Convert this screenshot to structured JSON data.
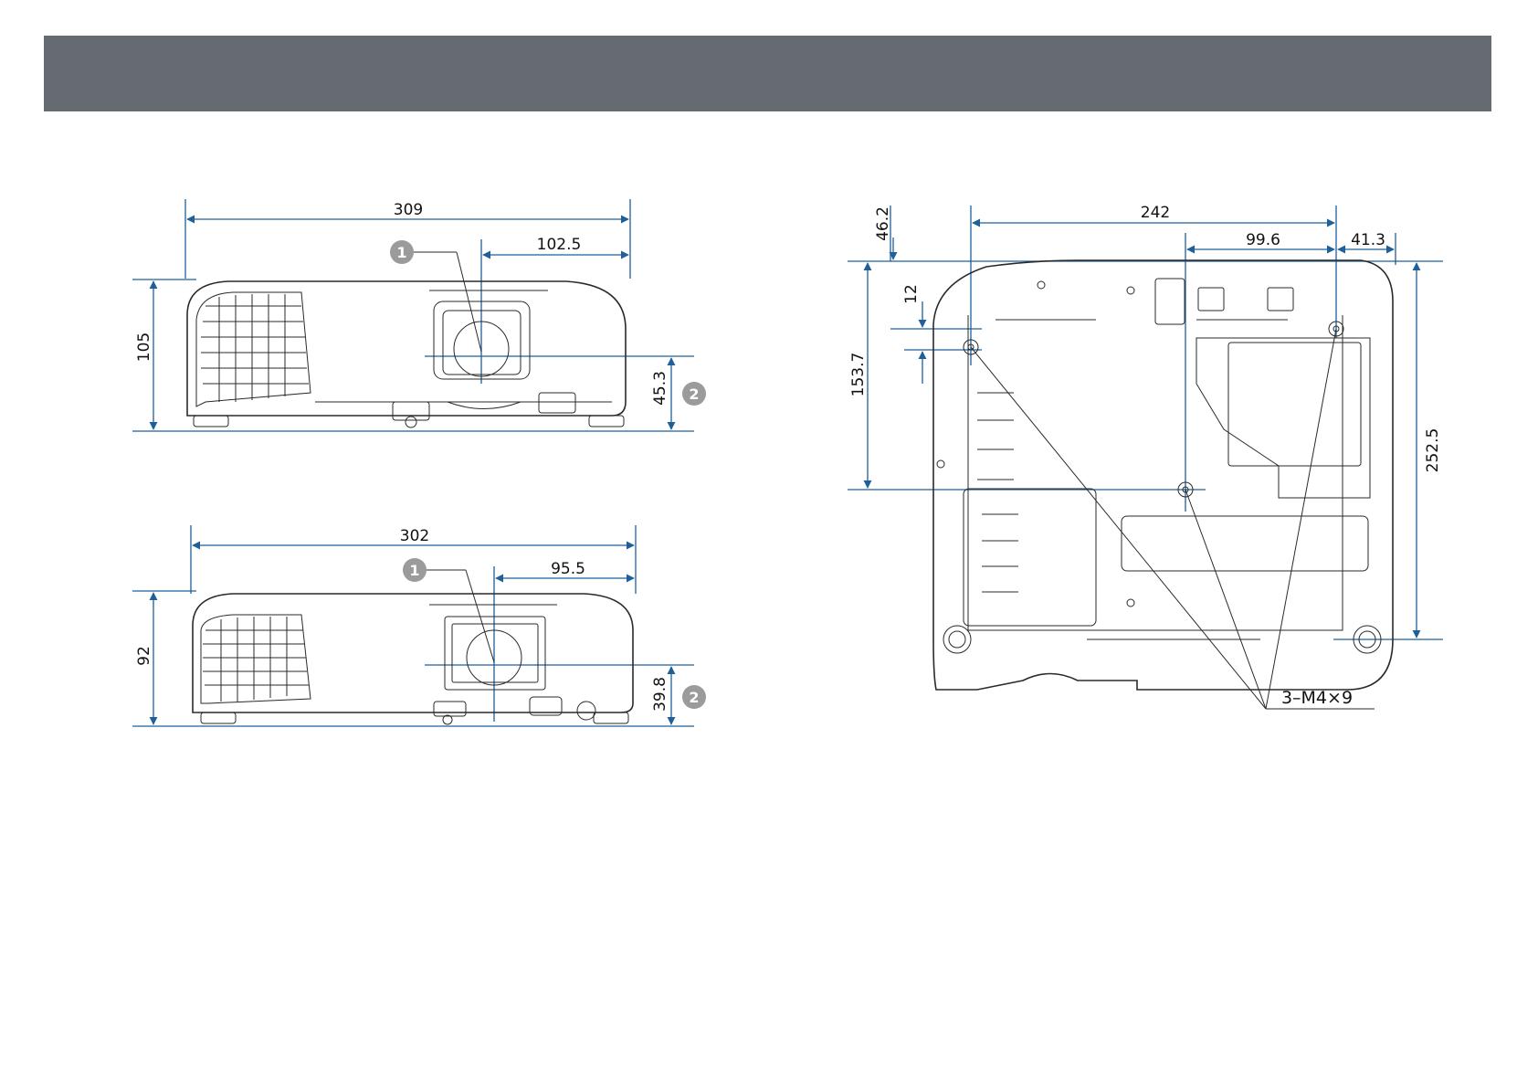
{
  "header": {
    "color": "#666a71"
  },
  "colors": {
    "dimension_line": "#1f5f9a",
    "callout": "#9b9b9b",
    "outline": "#2a2a2a"
  },
  "front_view_1": {
    "overall_width": "309",
    "lens_offset": "102.5",
    "height": "105",
    "lens_center_height": "45.3",
    "callout_1": "1",
    "callout_2": "2"
  },
  "front_view_2": {
    "overall_width": "302",
    "lens_offset": "95.5",
    "height": "92",
    "lens_center_height": "39.8",
    "callout_1": "1",
    "callout_2": "2"
  },
  "bottom_view": {
    "top_offset": "46.2",
    "hole_span_width": "242",
    "hole_offset_a": "99.6",
    "hole_offset_b": "41.3",
    "hole_offset_top": "12",
    "hole_span_depth": "153.7",
    "overall_depth": "252.5",
    "screw_label": "3–M4×9"
  }
}
